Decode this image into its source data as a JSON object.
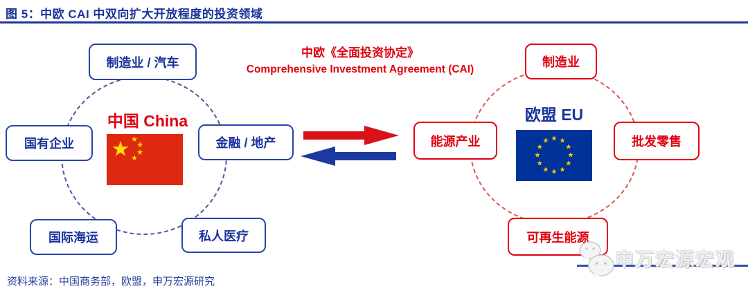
{
  "figure": {
    "title": "图 5：中欧 CAI 中双向扩大开放程度的投资领域",
    "source": "资料来源：中国商务部，欧盟，申万宏源研究"
  },
  "agreement": {
    "title_cn": "中欧《全面投资协定》",
    "title_en": "Comprehensive Investment Agreement (CAI)"
  },
  "china": {
    "label": "中国 China",
    "flag_icon": "china-flag",
    "sectors": [
      "制造业 / 汽车",
      "国有企业",
      "金融 / 地产",
      "国际海运",
      "私人医疗"
    ]
  },
  "eu": {
    "label": "欧盟 EU",
    "flag_icon": "eu-flag",
    "sectors": [
      "制造业",
      "能源产业",
      "批发零售",
      "可再生能源"
    ]
  },
  "watermark": {
    "brand": "申万宏源宏观",
    "icon": "wechat-bubbles-icon"
  },
  "colors": {
    "title_blue": "#1a339c",
    "text_red": "#e2000f",
    "arrow_red": "#d71218",
    "arrow_blue": "#1b3aa0",
    "china_flag_red": "#de2910",
    "china_star_yellow": "#ffde00",
    "eu_flag_blue": "#003399",
    "eu_star_yellow": "#ffcc00",
    "watermark_line_blue": "#2a4fae"
  }
}
